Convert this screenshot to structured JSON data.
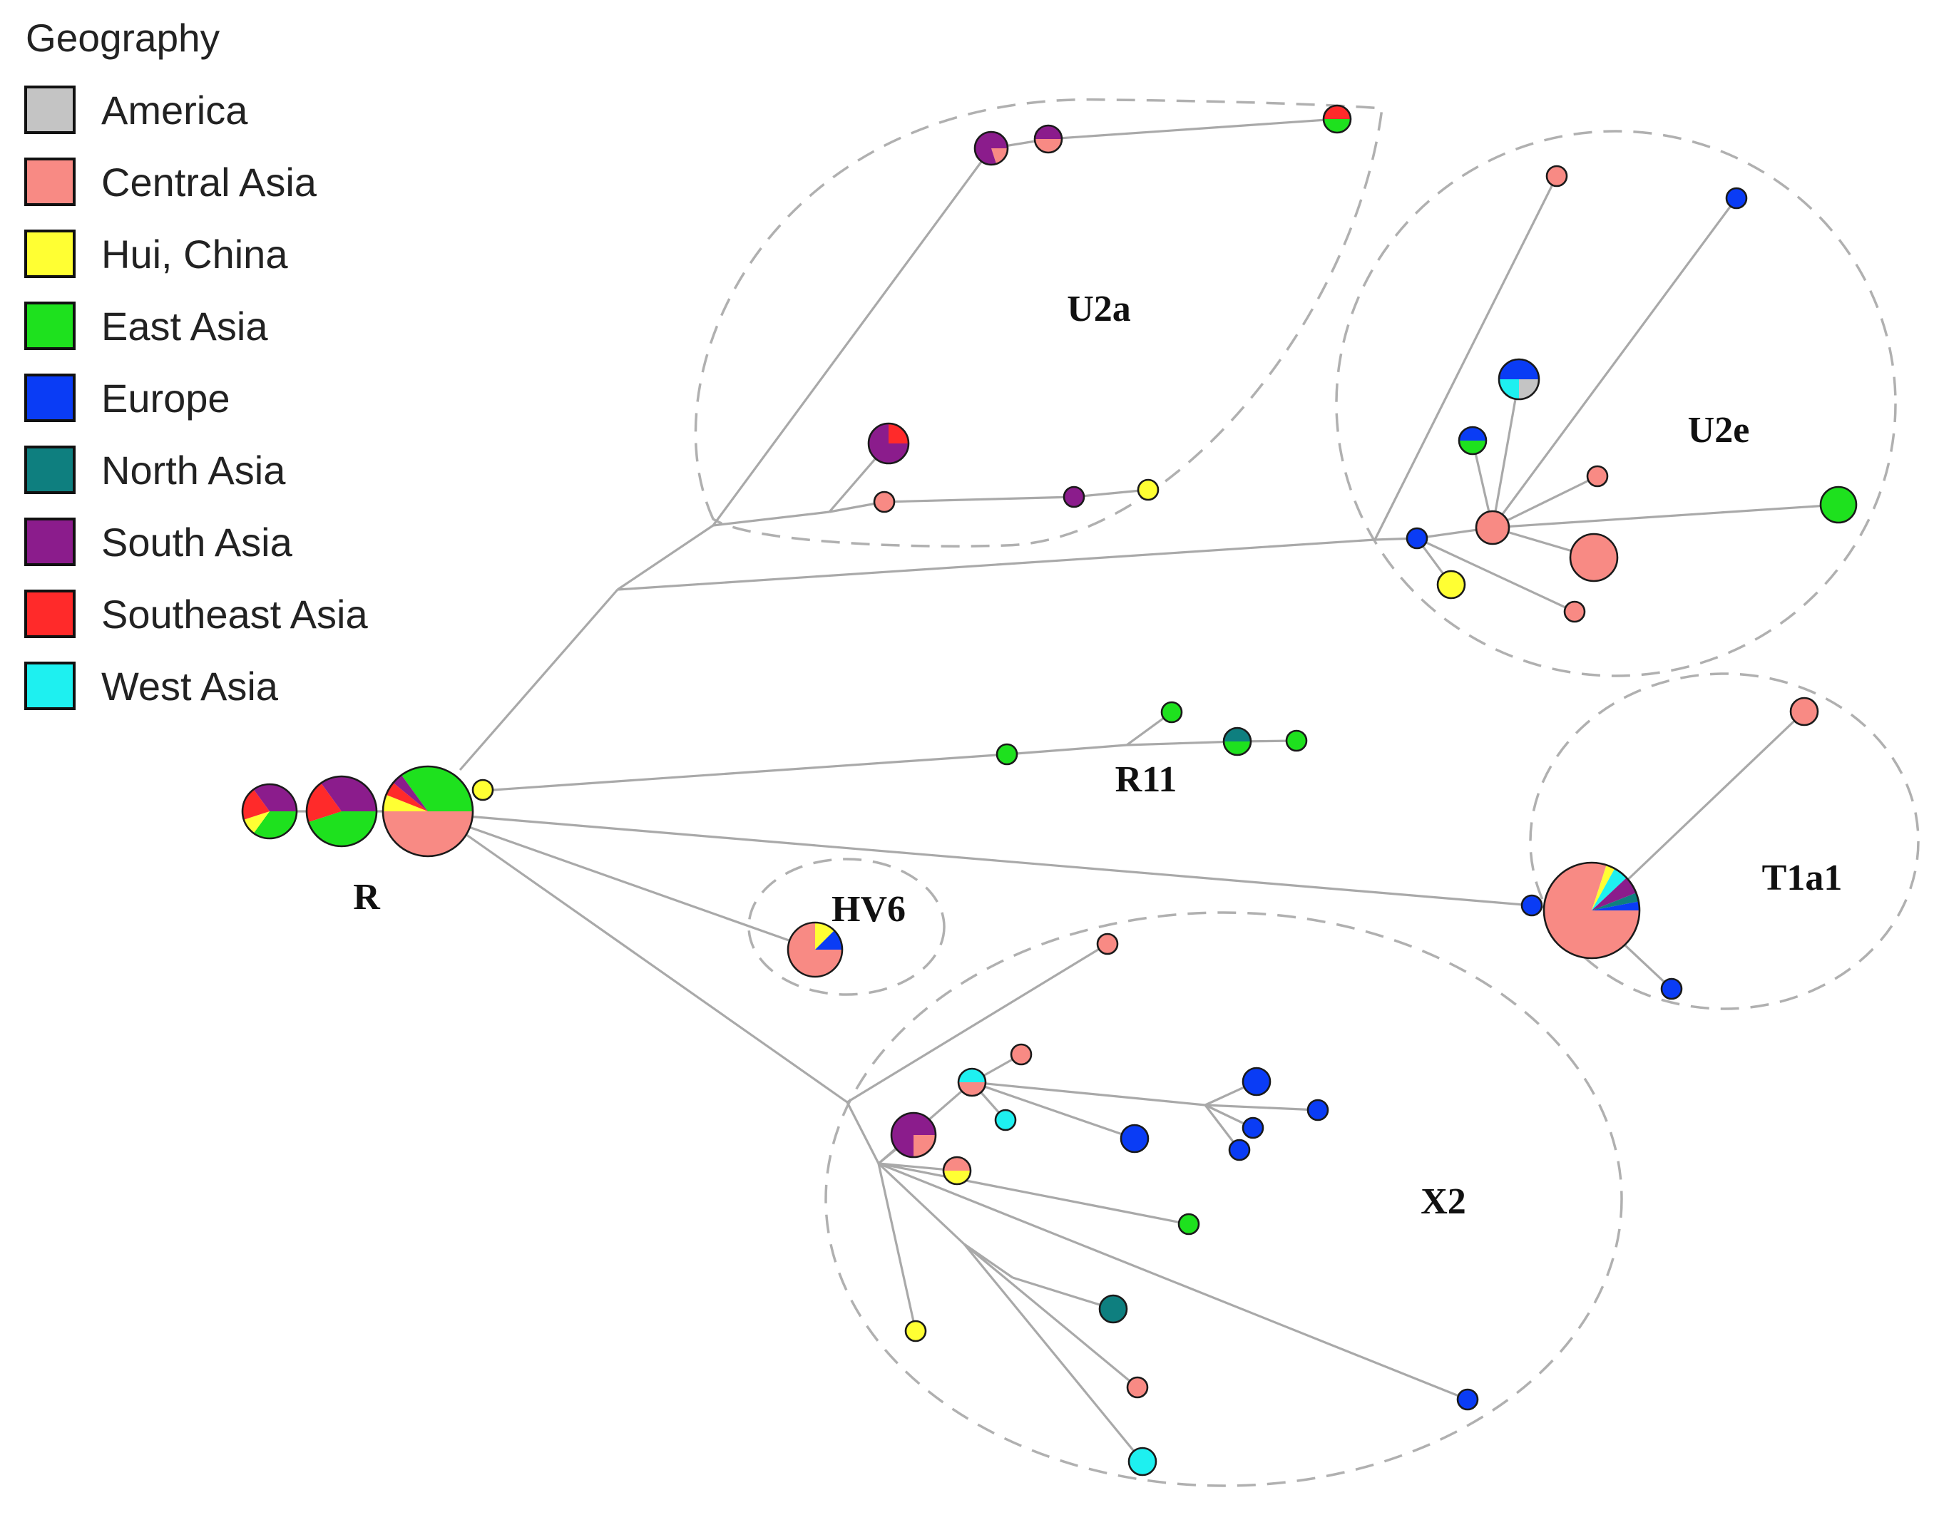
{
  "legend": {
    "title": "Geography",
    "items": [
      {
        "key": "america",
        "label": "America",
        "color": "#c4c4c4"
      },
      {
        "key": "central_asia",
        "label": "Central Asia",
        "color": "#f88a84"
      },
      {
        "key": "hui_china",
        "label": "Hui, China",
        "color": "#ffff33"
      },
      {
        "key": "east_asia",
        "label": "East Asia",
        "color": "#1ee11e"
      },
      {
        "key": "europe",
        "label": "Europe",
        "color": "#0a3cf5"
      },
      {
        "key": "north_asia",
        "label": "North Asia",
        "color": "#0e7f7f"
      },
      {
        "key": "south_asia",
        "label": "South Asia",
        "color": "#8b1c8c"
      },
      {
        "key": "southeast_asia",
        "label": "Southeast Asia",
        "color": "#ff2a2a"
      },
      {
        "key": "west_asia",
        "label": "West Asia",
        "color": "#1ef0f0"
      }
    ]
  },
  "clades": [
    {
      "id": "R",
      "label": "R"
    },
    {
      "id": "U2a",
      "label": "U2a"
    },
    {
      "id": "U2e",
      "label": "U2e"
    },
    {
      "id": "R11",
      "label": "R11"
    },
    {
      "id": "HV6",
      "label": "HV6"
    },
    {
      "id": "T1a1",
      "label": "T1a1"
    },
    {
      "id": "X2",
      "label": "X2"
    }
  ],
  "nodes": [
    {
      "id": "r1",
      "clade": "R",
      "composition": {
        "east_asia": 0.35,
        "hui_china": 0.1,
        "southeast_asia": 0.2,
        "south_asia": 0.35
      }
    },
    {
      "id": "r2",
      "clade": "R",
      "composition": {
        "east_asia": 0.45,
        "southeast_asia": 0.2,
        "south_asia": 0.35
      }
    },
    {
      "id": "r3",
      "clade": "R",
      "composition": {
        "central_asia": 0.5,
        "hui_china": 0.06,
        "southeast_asia": 0.05,
        "south_asia": 0.04,
        "east_asia": 0.35
      }
    },
    {
      "id": "r4",
      "clade": "R",
      "composition": {
        "hui_china": 1
      }
    },
    {
      "id": "u2a1",
      "clade": "U2a",
      "composition": {
        "central_asia": 0.2,
        "south_asia": 0.8
      }
    },
    {
      "id": "u2a2",
      "clade": "U2a",
      "composition": {
        "central_asia": 0.5,
        "south_asia": 0.5
      }
    },
    {
      "id": "u2a3",
      "clade": "U2a",
      "composition": {
        "east_asia": 0.5,
        "southeast_asia": 0.5
      }
    },
    {
      "id": "u2a4",
      "clade": "U2a",
      "composition": {
        "south_asia": 0.75,
        "southeast_asia": 0.25
      }
    },
    {
      "id": "u2a5",
      "clade": "U2a",
      "composition": {
        "central_asia": 1
      }
    },
    {
      "id": "u2a6",
      "clade": "U2a",
      "composition": {
        "south_asia": 1
      }
    },
    {
      "id": "u2a7",
      "clade": "U2a",
      "composition": {
        "hui_china": 1
      }
    },
    {
      "id": "u2e1",
      "clade": "U2e",
      "composition": {
        "central_asia": 1
      }
    },
    {
      "id": "u2e2",
      "clade": "U2e",
      "composition": {
        "europe": 1
      }
    },
    {
      "id": "u2e3",
      "clade": "U2e",
      "composition": {
        "america": 0.25,
        "west_asia": 0.25,
        "europe": 0.5
      }
    },
    {
      "id": "u2e4",
      "clade": "U2e",
      "composition": {
        "east_asia": 0.5,
        "europe": 0.5
      }
    },
    {
      "id": "u2e5",
      "clade": "U2e",
      "composition": {
        "central_asia": 1
      }
    },
    {
      "id": "u2e6",
      "clade": "U2e",
      "composition": {
        "central_asia": 1
      }
    },
    {
      "id": "u2e7",
      "clade": "U2e",
      "composition": {
        "east_asia": 1
      }
    },
    {
      "id": "u2e8",
      "clade": "U2e",
      "composition": {
        "europe": 1
      }
    },
    {
      "id": "u2e9",
      "clade": "U2e",
      "composition": {
        "central_asia": 1
      }
    },
    {
      "id": "u2e10",
      "clade": "U2e",
      "composition": {
        "hui_china": 1
      }
    },
    {
      "id": "u2e11",
      "clade": "U2e",
      "composition": {
        "central_asia": 1
      }
    },
    {
      "id": "r11a",
      "clade": "R11",
      "composition": {
        "east_asia": 1
      }
    },
    {
      "id": "r11b",
      "clade": "R11",
      "composition": {
        "east_asia": 1
      }
    },
    {
      "id": "r11c",
      "clade": "R11",
      "composition": {
        "east_asia": 0.5,
        "north_asia": 0.5
      }
    },
    {
      "id": "r11d",
      "clade": "R11",
      "composition": {
        "east_asia": 1
      }
    },
    {
      "id": "hv6",
      "clade": "HV6",
      "composition": {
        "central_asia": 0.75,
        "hui_china": 0.125,
        "europe": 0.125
      }
    },
    {
      "id": "t1a",
      "clade": "T1a1",
      "composition": {
        "central_asia": 0.8,
        "hui_china": 0.03,
        "west_asia": 0.05,
        "south_asia": 0.06,
        "north_asia": 0.03,
        "europe": 0.03
      }
    },
    {
      "id": "t1b",
      "clade": "T1a1",
      "composition": {
        "central_asia": 1
      }
    },
    {
      "id": "t1c",
      "clade": "T1a1",
      "composition": {
        "europe": 1
      }
    },
    {
      "id": "t1d",
      "clade": "T1a1",
      "composition": {
        "europe": 1
      }
    },
    {
      "id": "x1",
      "clade": "X2",
      "composition": {
        "central_asia": 1
      }
    },
    {
      "id": "x2",
      "clade": "X2",
      "composition": {
        "central_asia": 1
      }
    },
    {
      "id": "x3",
      "clade": "X2",
      "composition": {
        "central_asia": 0.5,
        "west_asia": 0.5
      }
    },
    {
      "id": "x4",
      "clade": "X2",
      "composition": {
        "west_asia": 1
      }
    },
    {
      "id": "x5",
      "clade": "X2",
      "composition": {
        "central_asia": 0.25,
        "south_asia": 0.75
      }
    },
    {
      "id": "x6",
      "clade": "X2",
      "composition": {
        "hui_china": 0.5,
        "central_asia": 0.5
      }
    },
    {
      "id": "x7",
      "clade": "X2",
      "composition": {
        "europe": 1
      }
    },
    {
      "id": "x8",
      "clade": "X2",
      "composition": {
        "europe": 1
      }
    },
    {
      "id": "x9",
      "clade": "X2",
      "composition": {
        "europe": 1
      }
    },
    {
      "id": "x10",
      "clade": "X2",
      "composition": {
        "europe": 1
      }
    },
    {
      "id": "x11",
      "clade": "X2",
      "composition": {
        "europe": 1
      }
    },
    {
      "id": "x12",
      "clade": "X2",
      "composition": {
        "east_asia": 1
      }
    },
    {
      "id": "x13",
      "clade": "X2",
      "composition": {
        "hui_china": 1
      }
    },
    {
      "id": "x14",
      "clade": "X2",
      "composition": {
        "north_asia": 1
      }
    },
    {
      "id": "x15",
      "clade": "X2",
      "composition": {
        "central_asia": 1
      }
    },
    {
      "id": "x16",
      "clade": "X2",
      "composition": {
        "west_asia": 1
      }
    },
    {
      "id": "x17",
      "clade": "X2",
      "composition": {
        "europe": 1
      }
    }
  ]
}
